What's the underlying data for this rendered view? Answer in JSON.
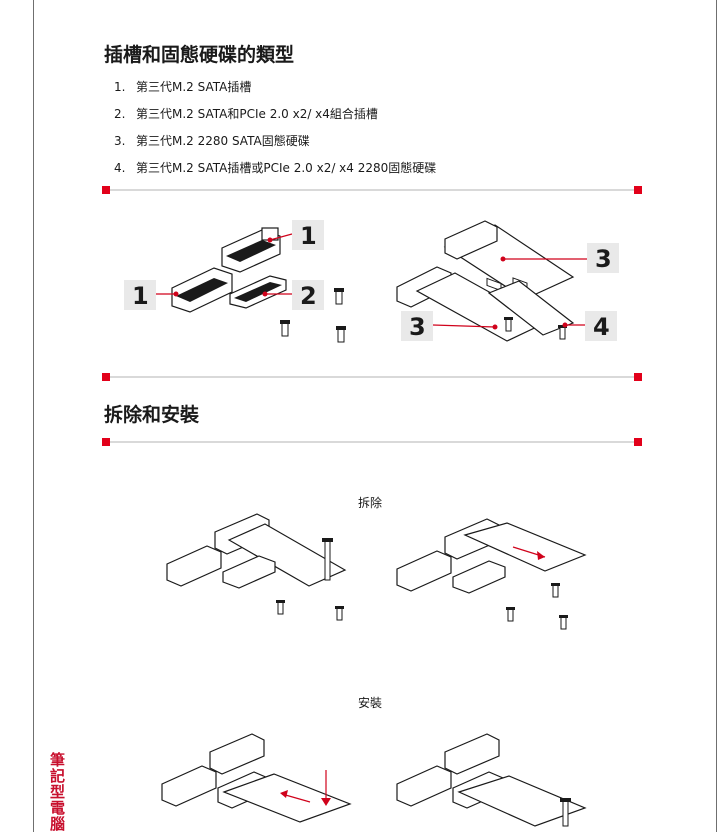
{
  "page": {
    "section_types_title": "插槽和固態硬碟的類型",
    "types": [
      {
        "num": "1.",
        "text": "第三代M.2 SATA插槽"
      },
      {
        "num": "2.",
        "text": "第三代M.2 SATA和PCIe 2.0 x2/ x4組合插槽"
      },
      {
        "num": "3.",
        "text": "第三代M.2 2280 SATA固態硬碟"
      },
      {
        "num": "4.",
        "text": "第三代M.2 SATA插槽或PCIe 2.0 x2/ x4 2280固態硬碟"
      }
    ],
    "callouts": {
      "slot1a": "1",
      "slot1b": "1",
      "slot2": "2",
      "ssd3a": "3",
      "ssd3b": "3",
      "ssd4": "4"
    },
    "section_install_title": "拆除和安裝",
    "removal_caption": "拆除",
    "install_caption": "安裝",
    "side_tab": "筆記型電腦"
  },
  "colors": {
    "accent": "#e2001a",
    "callout_line": "#d0021b",
    "callout_box": "#e9e9e9"
  }
}
